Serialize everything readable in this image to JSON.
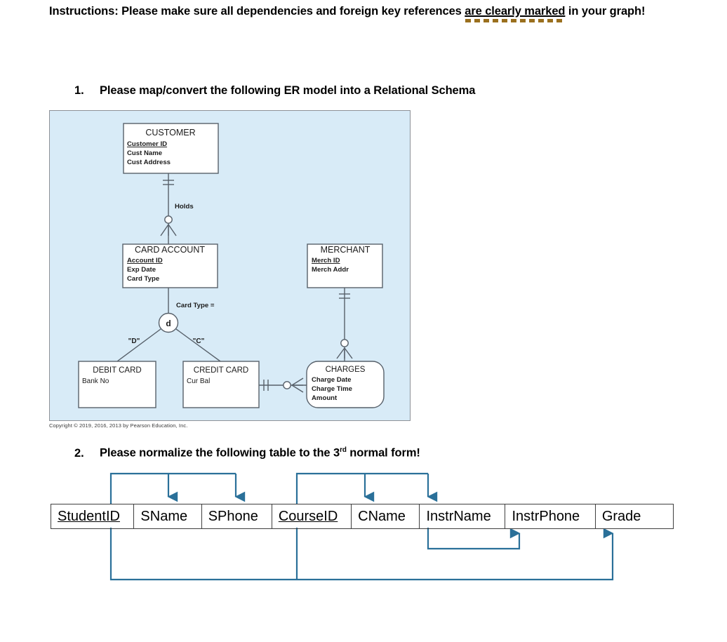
{
  "instructions": {
    "before": "Instructions: Please make sure all dependencies and foreign key references ",
    "highlighted": "are clearly marked",
    "after": " in your graph!"
  },
  "questions": [
    {
      "number": "1.",
      "text": "Please map/convert the following ER model into a Relational Schema"
    },
    {
      "number": "2.",
      "text_before": "Please normalize the following table to the 3",
      "sup": "rd",
      "text_after": " normal form!"
    }
  ],
  "er_diagram": {
    "background_color": "#d8ebf7",
    "border_color": "#8d9197",
    "entities": [
      {
        "name": "CUSTOMER",
        "shape": "rect",
        "attributes": [
          "Customer ID",
          "Cust Name",
          "Cust Address"
        ],
        "key_attribute": "Customer ID"
      },
      {
        "name": "CARD ACCOUNT",
        "shape": "rect",
        "attributes": [
          "Account ID",
          "Exp Date",
          "Card Type"
        ],
        "key_attribute": "Account ID"
      },
      {
        "name": "MERCHANT",
        "shape": "rect",
        "attributes": [
          "Merch ID",
          "Merch Addr"
        ],
        "key_attribute": "Merch ID"
      },
      {
        "name": "DEBIT CARD",
        "shape": "rect",
        "attributes": [
          "Bank No"
        ],
        "key_attribute": ""
      },
      {
        "name": "CREDIT CARD",
        "shape": "rect",
        "attributes": [
          "Cur Bal"
        ],
        "key_attribute": ""
      },
      {
        "name": "CHARGES",
        "shape": "rounded-rect",
        "attributes": [
          "Charge Date",
          "Charge Time",
          "Amount"
        ],
        "key_attribute": ""
      }
    ],
    "relationships": [
      {
        "label": "Holds",
        "from": "CUSTOMER",
        "to": "CARD ACCOUNT",
        "from_cardinality": "one-mandatory",
        "to_cardinality": "zero-or-many"
      },
      {
        "label": "",
        "from": "MERCHANT",
        "to": "CHARGES",
        "from_cardinality": "one-mandatory",
        "to_cardinality": "zero-or-many"
      },
      {
        "label": "",
        "from": "CREDIT CARD",
        "to": "CHARGES",
        "from_cardinality": "one-mandatory",
        "to_cardinality": "zero-or-many"
      }
    ],
    "supertype_subtype": {
      "discriminator_symbol": "d",
      "discriminator_label": "Card Type =",
      "supertype": "CARD ACCOUNT",
      "subtypes": [
        {
          "name": "DEBIT CARD",
          "value_label": "\"D\""
        },
        {
          "name": "CREDIT CARD",
          "value_label": "\"C\""
        }
      ]
    },
    "copyright": "Copyright © 2019, 2016, 2013 by Pearson Education, Inc."
  },
  "norm_table": {
    "columns": [
      {
        "label": "StudentID",
        "is_key": true,
        "width": 114
      },
      {
        "label": "SName",
        "is_key": false,
        "width": 92
      },
      {
        "label": "SPhone",
        "is_key": false,
        "width": 95
      },
      {
        "label": "CourseID",
        "is_key": true,
        "width": 108
      },
      {
        "label": "CName",
        "is_key": false,
        "width": 93
      },
      {
        "label": "InstrName",
        "is_key": false,
        "width": 118
      },
      {
        "label": "InstrPhone",
        "is_key": false,
        "width": 127
      },
      {
        "label": "Grade",
        "is_key": false,
        "width": 143
      }
    ],
    "arrow_color": "#2a7099",
    "dependencies": [
      {
        "from": "StudentID",
        "to": [
          "SName",
          "SPhone"
        ],
        "position": "above"
      },
      {
        "from": "CourseID",
        "to": [
          "CName",
          "InstrName"
        ],
        "position": "above"
      },
      {
        "from": "InstrName",
        "to": [
          "InstrPhone"
        ],
        "position": "below"
      },
      {
        "from": "StudentID + CourseID",
        "to": [
          "Grade"
        ],
        "position": "below"
      }
    ]
  }
}
